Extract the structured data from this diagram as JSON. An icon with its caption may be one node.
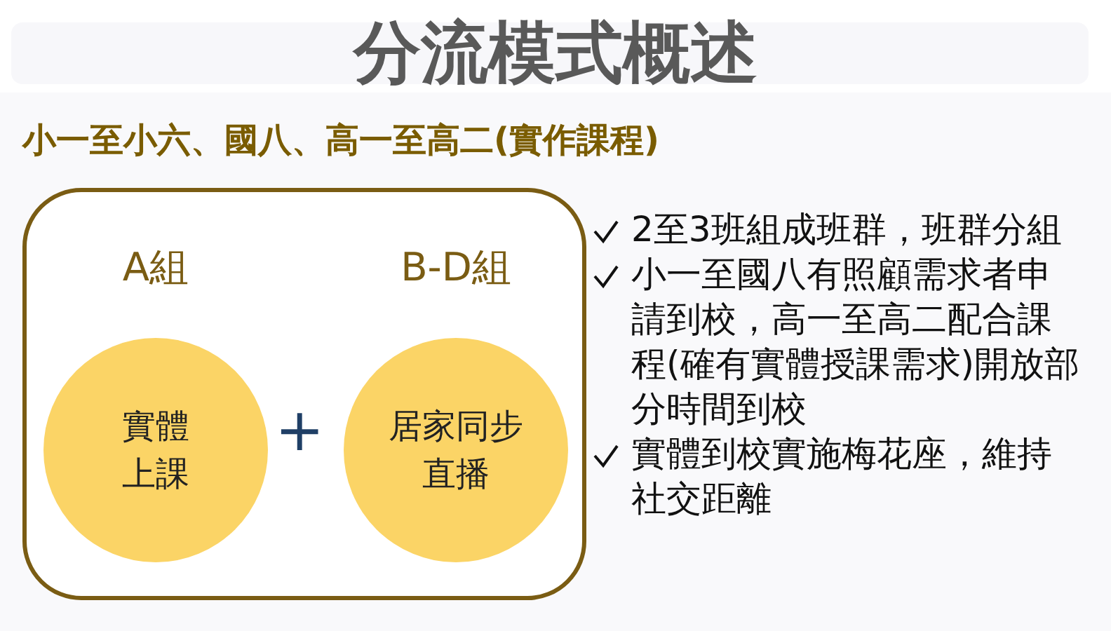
{
  "diagram": {
    "title": "分流模式概述",
    "nodes": [
      {
        "text": [],
        "shape": "box"
      },
      {
        "text": [
          "A組",
          "實體上課"
        ],
        "in": 0
      },
      {
        "text": [
          "B-D組",
          "居家同步直播"
        ],
        "in": 0
      }
    ],
    "labels": [
      "小一至小六、國八、高一至高二(實作課程)",
      "+",
      "2至3班組成班群，班群分組",
      "小一至國八有照顧需求者申請到校，高一至高二配合課程(確有實體授課需求)開放部分時間到校",
      "實體到校實施梅花座，維持社交距離"
    ]
  }
}
